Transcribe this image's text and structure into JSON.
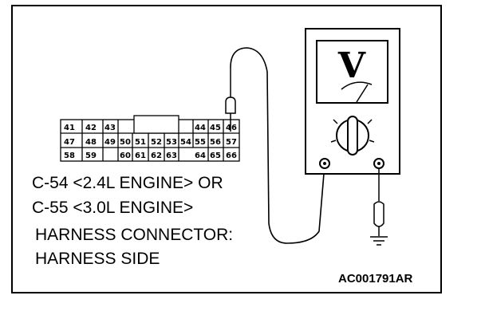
{
  "connector": {
    "rows": [
      [
        "41",
        "42",
        "43",
        "",
        "",
        "",
        "",
        "44",
        "45",
        "46"
      ],
      [
        "47",
        "48",
        "49",
        "50",
        "51",
        "52",
        "53",
        "54",
        "55",
        "56",
        "57"
      ],
      [
        "58",
        "59",
        "",
        "60",
        "61",
        "62",
        "63",
        "",
        "64",
        "65",
        "66"
      ]
    ]
  },
  "labels": {
    "line1": "C-54 <2.4L ENGINE> OR",
    "line2": "C-55 <3.0L ENGINE>",
    "line3": "HARNESS CONNECTOR:",
    "line4": "HARNESS SIDE"
  },
  "meter": {
    "symbol": "V"
  },
  "figure_id": "AC001791AR"
}
